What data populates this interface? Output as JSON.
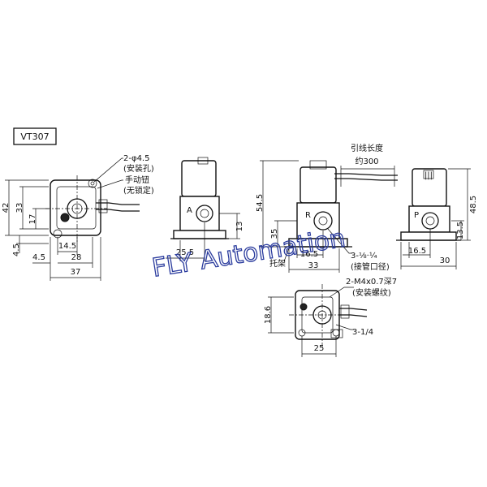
{
  "model_label": "VT307",
  "watermark": "FLY Automation",
  "annotations": {
    "mount_hole": "2-φ4.5",
    "mount_hole_note": "(安装孔)",
    "manual_button": "手动钮",
    "manual_button_note": "(无锁定)",
    "lead_length": "引线长度",
    "lead_length_value": "约300",
    "port_thread": "3-⅛·¼",
    "port_thread_note": "(接管口径)",
    "bracket": "托架",
    "mount_screw": "2-M4x0.7深7",
    "mount_screw_note": "(安装螺纹)",
    "ports_bottom": "3-1/4"
  },
  "port_letters": {
    "a": "A",
    "r": "R",
    "p": "P"
  },
  "dimensions": {
    "d42": "42",
    "d33": "33",
    "d17": "17",
    "d4_5_left": "4.5",
    "d4_5_bottom": "4.5",
    "d14_5": "14.5",
    "d28": "28",
    "d37": "37",
    "d25_5": "25.5",
    "d13": "13",
    "d54_5": "54.5",
    "d35": "35",
    "d16_5_mid": "16.5",
    "d33_mid": "33",
    "d48_5": "48.5",
    "d13_5": "13.5",
    "d16_5_right": "16.5",
    "d30": "30",
    "d18_6": "18.6",
    "d25_bottom": "25"
  }
}
